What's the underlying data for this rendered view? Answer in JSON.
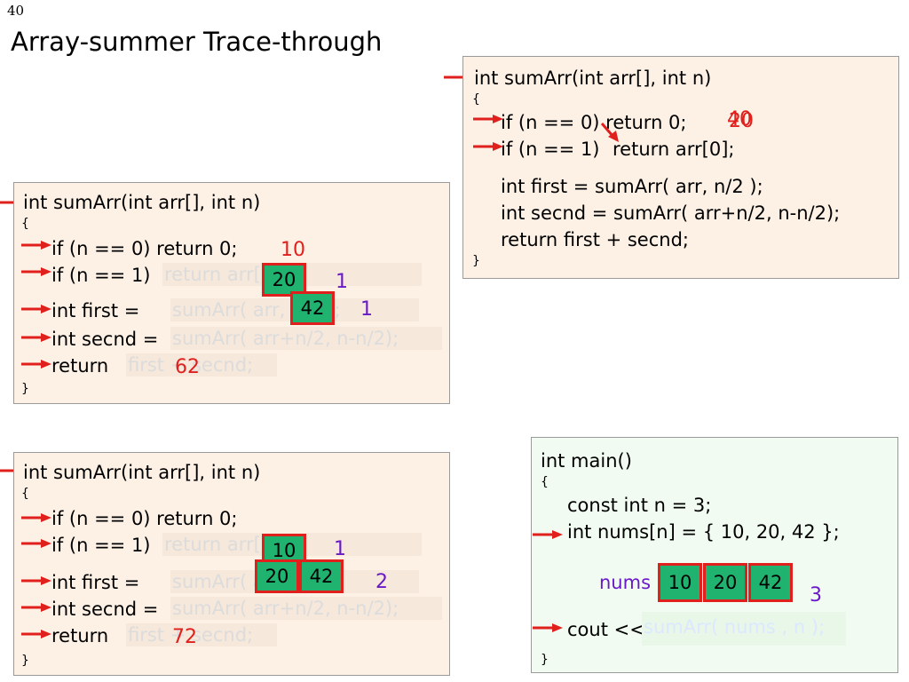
{
  "slide": {
    "number": "40",
    "title": "Array-summer Trace-through"
  },
  "code": {
    "signature": "int sumArr(int arr[], int n)",
    "open_brace": "{",
    "close_brace": "}",
    "if_zero": "if (n == 0) return 0;",
    "if_one_prefix": "if (n == 1)",
    "return_arr0": "return arr[0];",
    "first_prefix": "int first =",
    "first_call": "sumArr( arr, n/2 );",
    "secnd_prefix": "int secnd =",
    "secnd_call": "sumArr( arr+n/2, n-n/2);",
    "return_kw": "return",
    "return_expr": "first + secnd;",
    "return_full": "return first + secnd;",
    "first_full": "int first =   sumArr( arr, n/2 );",
    "secnd_full": "int secnd = sumArr( arr+n/2, n-n/2);"
  },
  "top_right": {
    "value_old": "40",
    "value_new": "20"
  },
  "middle_left": {
    "return_value": "10",
    "array_first": "20",
    "n_first": "1",
    "array_second": "42",
    "n_second": "1",
    "result": "62"
  },
  "bottom_left": {
    "array_first": [
      "10"
    ],
    "n_first": "1",
    "array_second": [
      "20",
      "42"
    ],
    "n_second": "2",
    "result": "72"
  },
  "main": {
    "signature": "int main()",
    "open_brace": "{",
    "const_line": "const int n = 3;",
    "nums_line": "int nums[n] = { 10, 20, 42 };",
    "nums_label": "nums",
    "nums_values": [
      "10",
      "20",
      "42"
    ],
    "nums_size": "3",
    "cout_prefix": "cout <<",
    "call_name": "sumArr",
    "call_args": "( nums , n );",
    "close_brace": "}"
  },
  "colors": {
    "arrow": "#e0201d",
    "cell_fill": "#1fb36f",
    "cell_border": "#e0201d",
    "count": "#6a19c8",
    "peach_panel": "#fdf1e5",
    "mint_panel": "#f1fbf1"
  }
}
